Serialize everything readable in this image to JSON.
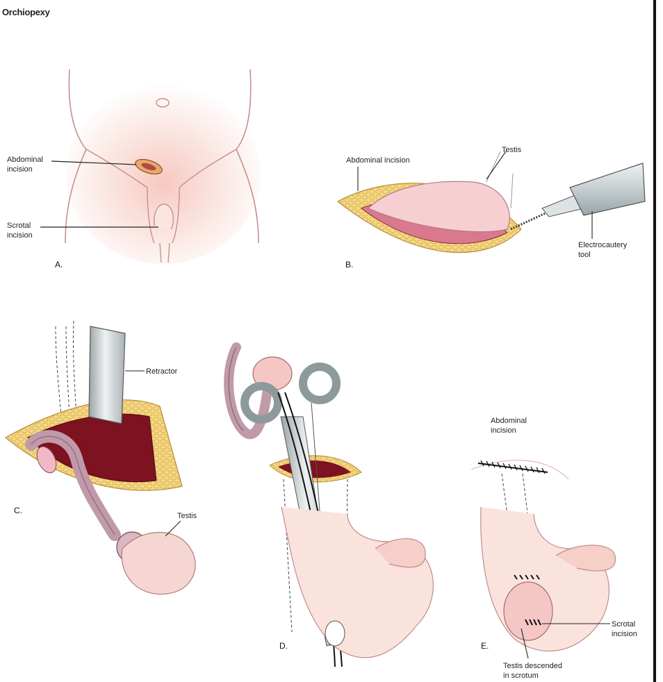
{
  "title": "Orchiopexy",
  "panels": {
    "a": {
      "letter": "A.",
      "abdominal_label": [
        "Abdominal",
        "incision"
      ],
      "scrotal_label": [
        "Scrotal",
        "incision"
      ]
    },
    "b": {
      "letter": "B.",
      "abdominal_label": "Abdominal incision",
      "testis_label": "Testis",
      "tool_label": [
        "Electrocautery",
        "tool"
      ]
    },
    "c": {
      "letter": "C.",
      "retractor_label": "Retractor",
      "testis_label": "Testis"
    },
    "d": {
      "letter": "D."
    },
    "e": {
      "letter": "E.",
      "abdominal_label": [
        "Abdominal",
        "incision"
      ],
      "scrotal_label": [
        "Scrotal",
        "incision"
      ],
      "testis_label": [
        "Testis descended",
        "in scrotum"
      ]
    }
  },
  "colors": {
    "skin": "#f7d6cf",
    "skin_line": "#c78a8a",
    "fat": "#f3d27a",
    "tissue_dark": "#7a0f1c",
    "tissue_pink": "#e9a7b7",
    "tool_gray": "#cfd6d8",
    "line": "#222222"
  }
}
